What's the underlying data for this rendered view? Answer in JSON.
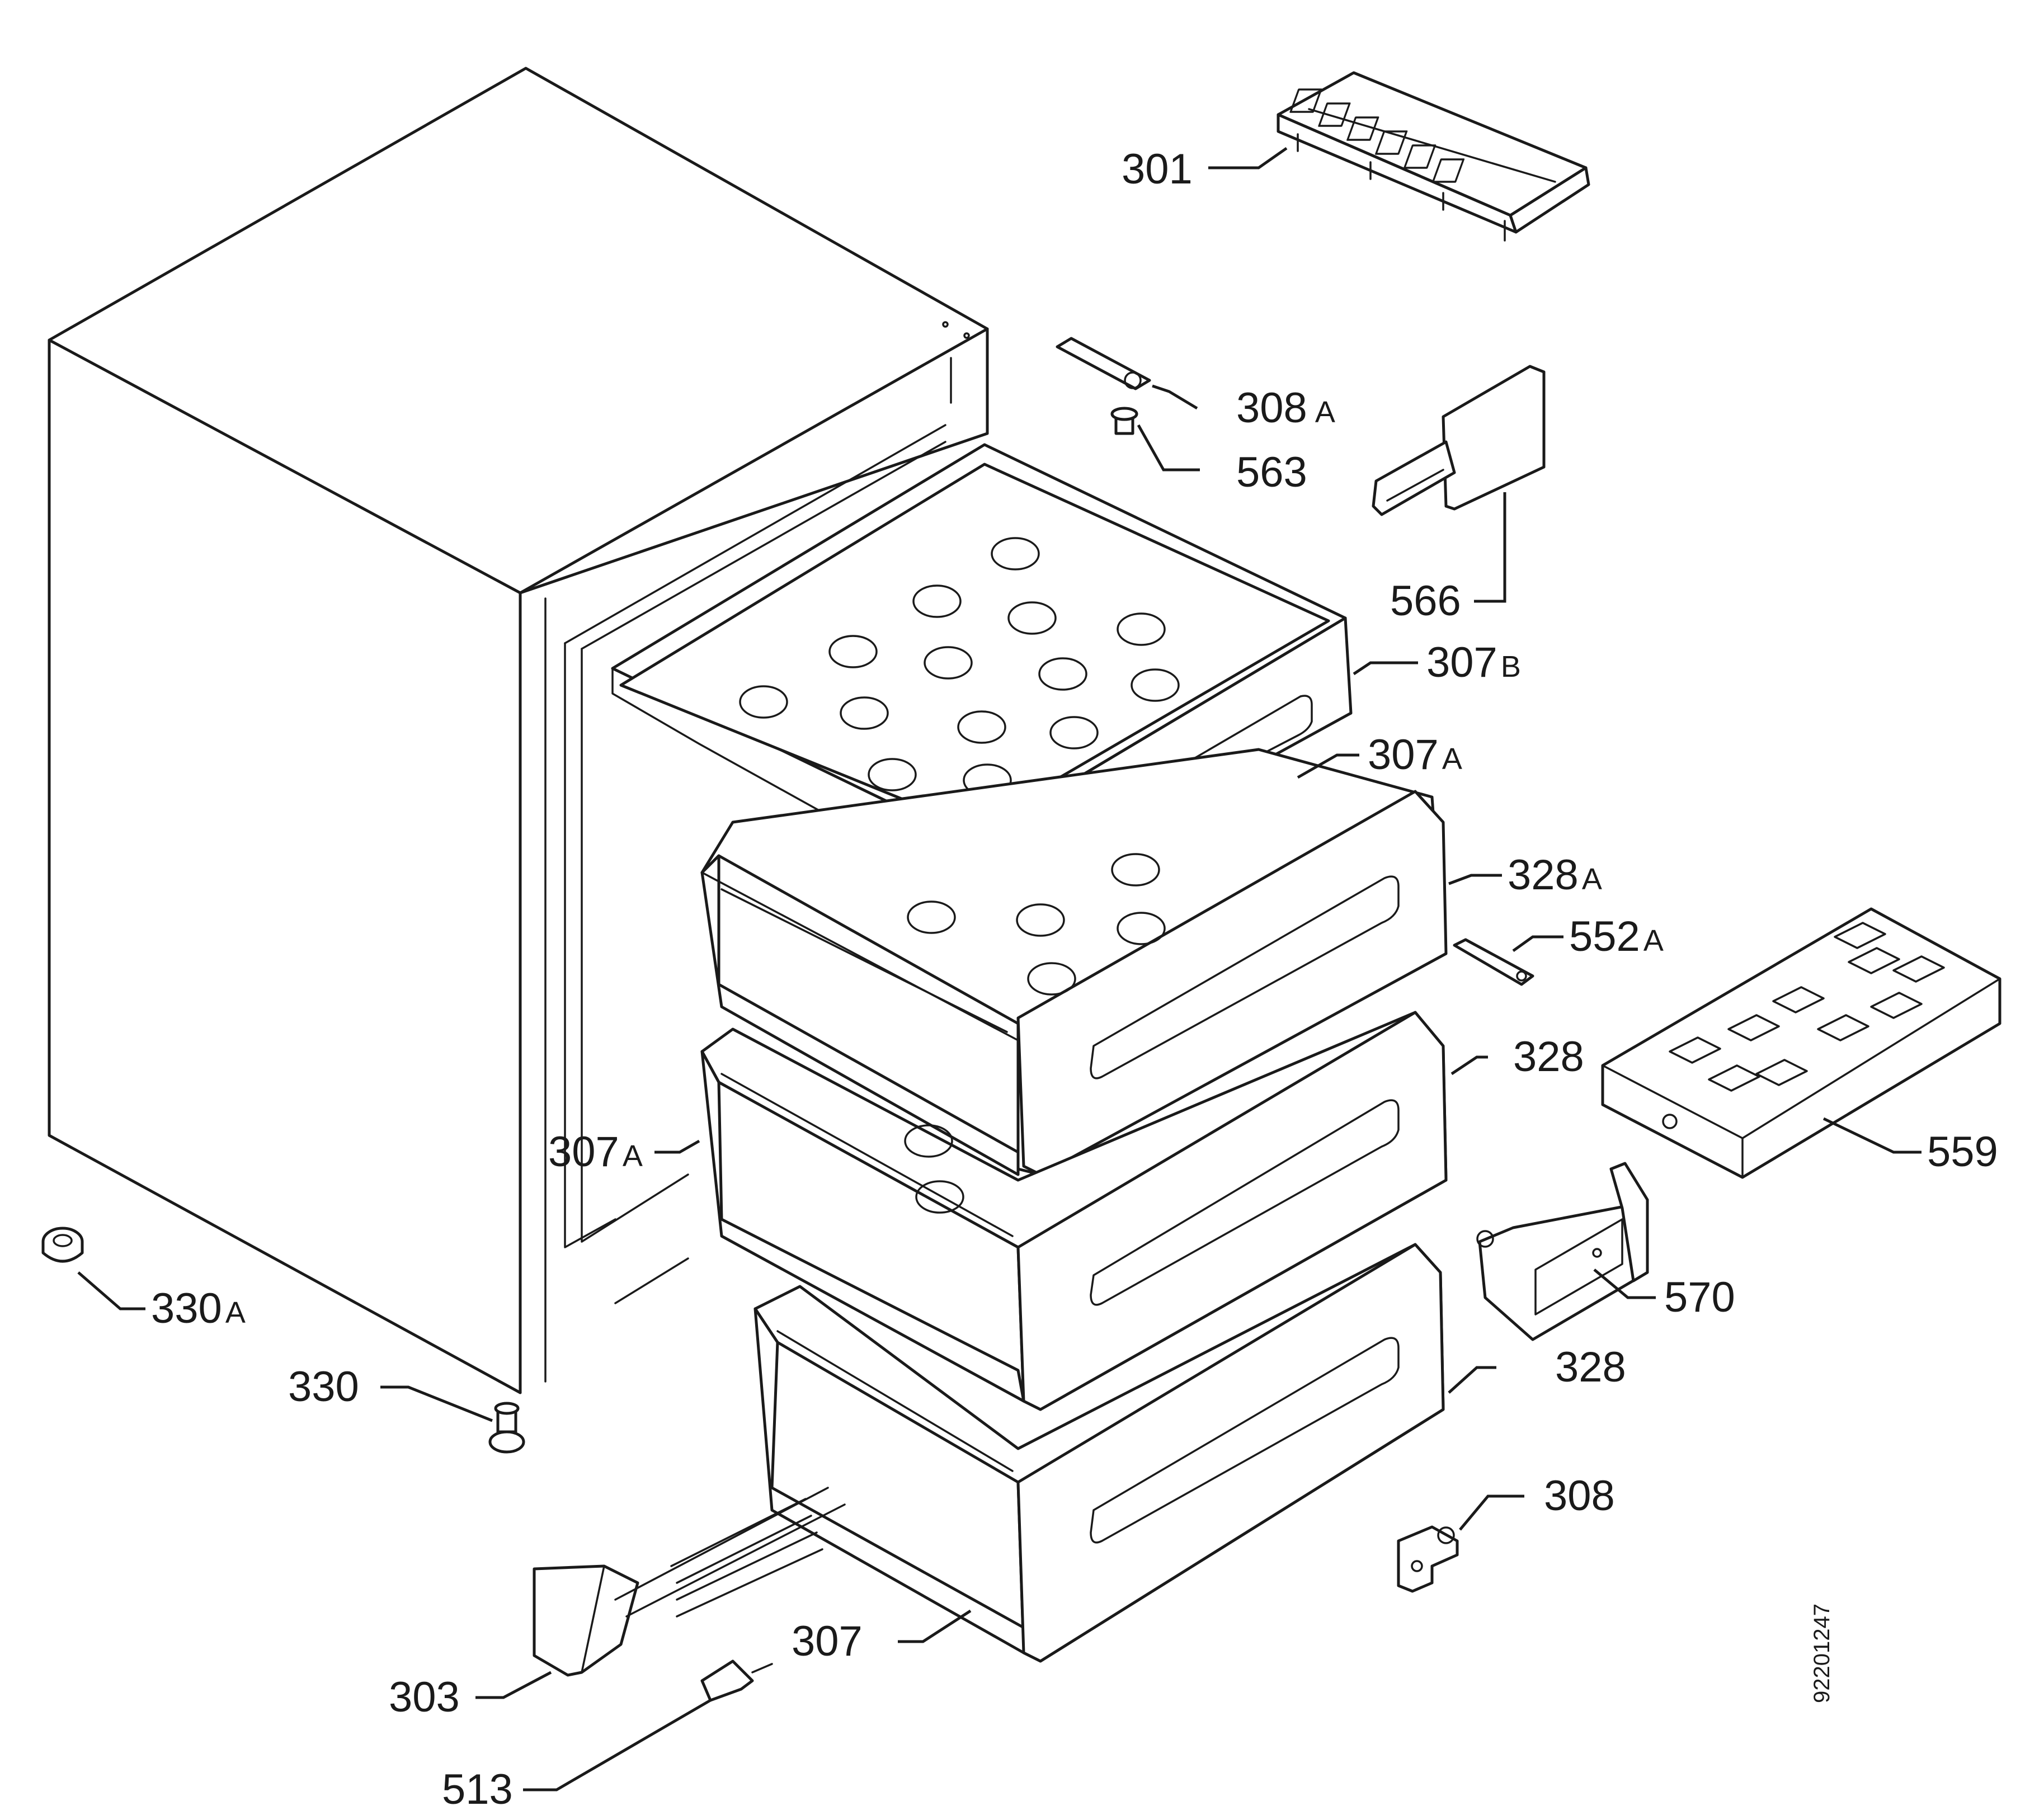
{
  "labels": [
    {
      "id": "p301",
      "number": "301",
      "suffix": ""
    },
    {
      "id": "p308a",
      "number": "308",
      "suffix": "A"
    },
    {
      "id": "p563",
      "number": "563",
      "suffix": ""
    },
    {
      "id": "p566",
      "number": "566",
      "suffix": ""
    },
    {
      "id": "p307b",
      "number": "307",
      "suffix": "B"
    },
    {
      "id": "p307a_top",
      "number": "307",
      "suffix": "A"
    },
    {
      "id": "p328a",
      "number": "328",
      "suffix": "A"
    },
    {
      "id": "p552a",
      "number": "552",
      "suffix": "A"
    },
    {
      "id": "p328_mid",
      "number": "328",
      "suffix": ""
    },
    {
      "id": "p559",
      "number": "559",
      "suffix": ""
    },
    {
      "id": "p307a_left",
      "number": "307",
      "suffix": "A"
    },
    {
      "id": "p570",
      "number": "570",
      "suffix": ""
    },
    {
      "id": "p330a",
      "number": "330",
      "suffix": "A"
    },
    {
      "id": "p328_low",
      "number": "328",
      "suffix": ""
    },
    {
      "id": "p330",
      "number": "330",
      "suffix": ""
    },
    {
      "id": "p308",
      "number": "308",
      "suffix": ""
    },
    {
      "id": "p307",
      "number": "307",
      "suffix": ""
    },
    {
      "id": "p303",
      "number": "303",
      "suffix": ""
    },
    {
      "id": "p513",
      "number": "513",
      "suffix": ""
    }
  ],
  "document_id": "92201247"
}
